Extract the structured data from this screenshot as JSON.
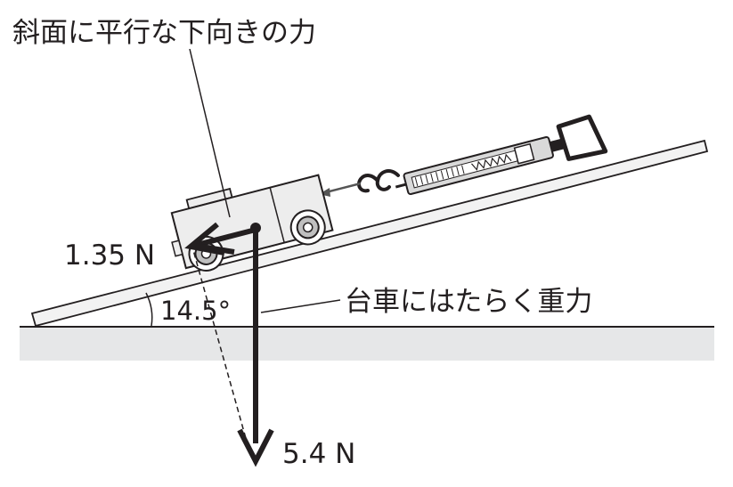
{
  "labels": {
    "parallel_force": "斜面に平行な下向きの力",
    "gravity_force": "台車にはたらく重力",
    "parallel_value": "1.35 N",
    "gravity_value": "5.4 N",
    "angle": "14.5°"
  },
  "colors": {
    "ink": "#231f20",
    "ground": "#e6e7e8",
    "slope_fill": "#f2f2f2",
    "cart_fill": "#ededed",
    "spring_scale_fill": "#d9d9d9"
  },
  "icons": {
    "cart": "cart-icon",
    "spring_scale": "spring-scale-icon",
    "hook": "hook-icon"
  }
}
